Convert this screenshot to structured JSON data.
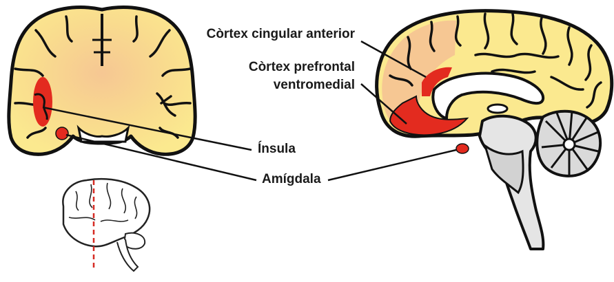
{
  "labels": {
    "acc": "Còrtex cingular anterior",
    "vmpfc_line1": "Còrtex prefrontal",
    "vmpfc_line2": "ventromedial",
    "insula": "Ínsula",
    "amygdala": "Amígdala"
  },
  "colors": {
    "tissue_yellow": "#fbe98f",
    "tissue_peach": "#f6c793",
    "highlight_red": "#e32b1f",
    "outline": "#111111",
    "cut_line": "#d62a22"
  }
}
